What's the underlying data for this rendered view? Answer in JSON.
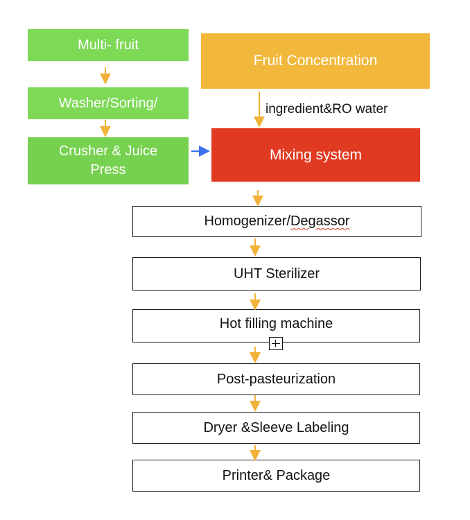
{
  "nodes": {
    "multi_fruit": "Multi- fruit",
    "washer": "Washer/Sorting/",
    "crusher_line1": "Crusher & Juice",
    "crusher_line2": "Press",
    "fruit_concentration": "Fruit Concentration",
    "mixing": "Mixing system",
    "homogenizer_a": "Homogenizer/",
    "homogenizer_b": "Degassor",
    "uht": "UHT Sterilizer",
    "hot_filling": "Hot filling machine",
    "post_past": "Post-pasteurization",
    "dryer": "Dryer &Sleeve Labeling",
    "printer": "Printer& Package"
  },
  "edge_labels": {
    "concentration_to_mixing": "ingredient&RO water"
  },
  "colors": {
    "green": "#7ed957",
    "orange": "#f2b83c",
    "red": "#e03a22",
    "flow_arrow": "#f2b23a",
    "side_arrow": "#3a6ff0"
  }
}
